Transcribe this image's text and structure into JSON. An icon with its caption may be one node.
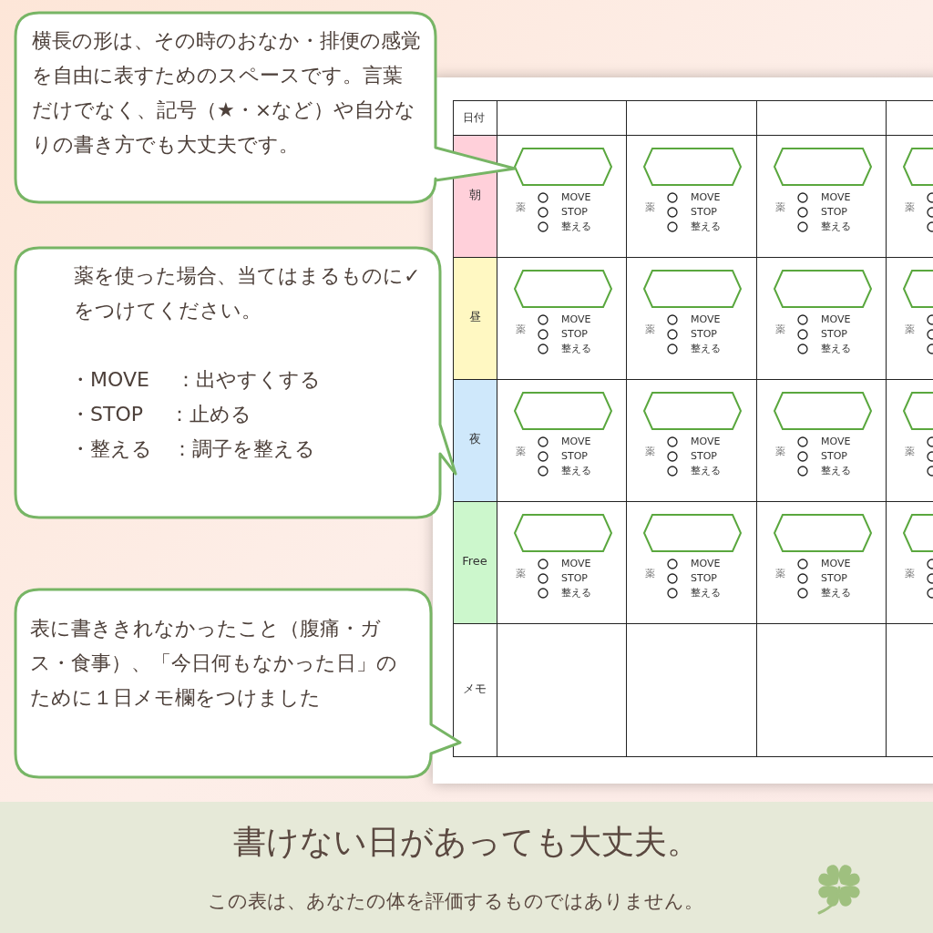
{
  "diagram": {
    "title": "書けない日があっても大丈夫。",
    "caption": "この表は、あなたの体を評価するものではありません。",
    "nodes": [
      {
        "text": [
          "横長の形は、その時のおなか・排便の感覚を自由に表すためのスペースです。言葉だけでなく、記号（★・×など）や自分なりの書き方でも大丈夫です。"
        ]
      },
      {
        "text": [
          "薬を使った場合、当てはまるものに✓をつけてください。",
          "・MOVE　 ：出やすくする",
          "・STOP　 ：止める",
          "・整える　：調子を整える"
        ]
      },
      {
        "text": [
          "表に書ききれなかったこと（腹痛・ガス・食事）、「今日何もなかった日」のために１日メモ欄をつけました"
        ]
      }
    ],
    "labels": [
      "日付",
      "朝",
      "薬",
      "MOVE",
      "STOP",
      "整える",
      "薬",
      "MOVE",
      "STOP",
      "整える",
      "薬",
      "MOVE",
      "STOP",
      "整える",
      "薬",
      "昼",
      "薬",
      "MOVE",
      "STOP",
      "整える",
      "薬",
      "MOVE",
      "STOP",
      "整える",
      "薬",
      "MOVE",
      "STOP",
      "整える",
      "薬",
      "夜",
      "薬",
      "MOVE",
      "STOP",
      "整える",
      "薬",
      "MOVE",
      "STOP",
      "整える",
      "薬",
      "MOVE",
      "STOP",
      "整える",
      "薬",
      "Free",
      "薬",
      "MOVE",
      "STOP",
      "整える",
      "薬",
      "MOVE",
      "STOP",
      "整える",
      "薬",
      "MOVE",
      "STOP",
      "整える",
      "薬",
      "メモ"
    ]
  }
}
